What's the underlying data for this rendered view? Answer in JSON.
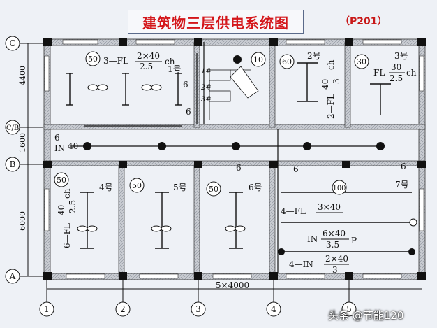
{
  "title": "建筑物三层供电系统图",
  "page_ref": "（P201）",
  "watermark": "头条 @节能120",
  "axes_rows": [
    "C",
    "C/B",
    "B",
    "A"
  ],
  "axes_cols": [
    "1",
    "2",
    "3",
    "4",
    "5"
  ],
  "dims": {
    "d4400": "4400",
    "d1600": "1600",
    "d6000": "6000",
    "bottom": "5×4000"
  },
  "rooms": {
    "r1_area": "50",
    "r1_fixture": "3—FL",
    "r1_num": "2×40",
    "r1_den": "2.5",
    "r1_mount": "ch",
    "r1_no": "1号",
    "r10": "10",
    "r2_area": "60",
    "r2_no": "2号",
    "r2_fix": "2—FL",
    "r2_num": "40",
    "r2_den": "3",
    "r2_mount": "ch",
    "r3_area": "30",
    "r3_no": "3号",
    "r3_fix": "FL",
    "r3_num": "30",
    "r3_den": "2.5",
    "r3_mount": "ch",
    "corr_count": "6—",
    "corr_fix": "IN",
    "corr_val": "40",
    "r4_area": "50",
    "r4_no": "4号",
    "r4_fix": "6—FL",
    "r4_num": "40",
    "r4_den": "2.5",
    "r4_mount": "ch",
    "r5_area": "50",
    "r5_no": "5号",
    "r6_area": "50",
    "r6_no": "6号",
    "r7_area": "100",
    "r7_no": "7号",
    "r7_fl": "4—FL",
    "r7_fl_num": "3×40",
    "r7_in": "IN",
    "r7_in_num": "6×40",
    "r7_in_den": "3.5",
    "r7_in_mount": "P",
    "r7_in2": "4—IN",
    "r7_in2_num": "2×40",
    "r7_in2_den": "3",
    "stair_marks": [
      "1#",
      "2#",
      "3#"
    ],
    "six": "6"
  }
}
